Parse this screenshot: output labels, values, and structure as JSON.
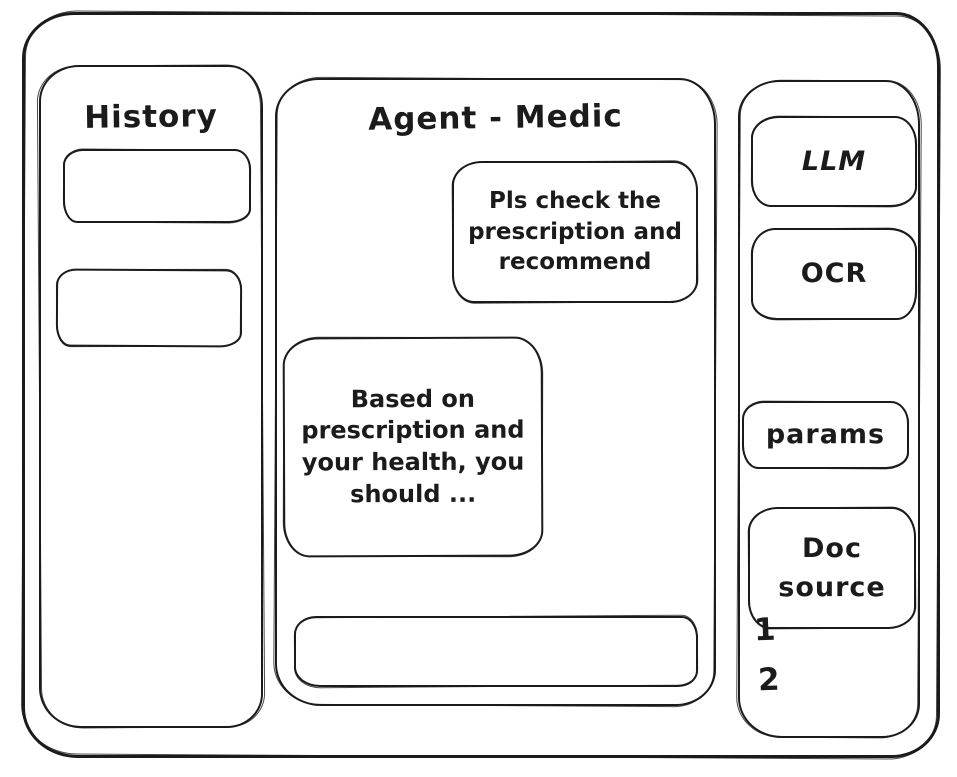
{
  "history": {
    "title": "History",
    "items": [
      {
        "label": ""
      },
      {
        "label": ""
      }
    ]
  },
  "chat": {
    "title": "Agent - Medic",
    "messages": [
      {
        "role": "user",
        "text": "Pls check the prescription and recommend"
      },
      {
        "role": "assistant",
        "text": "Based on prescription and your health, you should ..."
      }
    ],
    "input": {
      "value": "",
      "placeholder": ""
    }
  },
  "tools": {
    "buttons": [
      {
        "label": "LLM"
      },
      {
        "label": "OCR"
      },
      {
        "label": "params"
      },
      {
        "label": "Doc source"
      }
    ],
    "doc_sources": [
      "1",
      "2"
    ]
  },
  "colors": {
    "stroke": "#1b1b1b",
    "background": "#ffffff"
  }
}
